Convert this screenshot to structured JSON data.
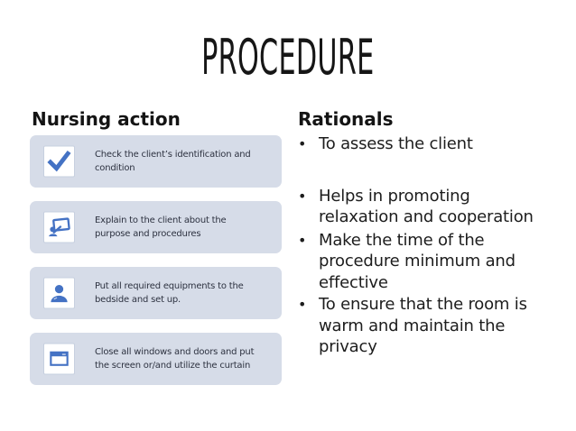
{
  "slide": {
    "title": "PROCEDURE"
  },
  "left_column": {
    "heading": "Nursing action",
    "boxes": [
      {
        "icon": "check-icon",
        "text": "Check the client’s identification and\ncondition"
      },
      {
        "icon": "presentation-icon",
        "text": "Explain to the client about the\npurpose and procedures"
      },
      {
        "icon": "person-icon",
        "text": "Put all required equipments to the\nbedside and set up."
      },
      {
        "icon": "window-icon",
        "text": "Close all windows and doors and put\nthe screen or/and utilize the curtain"
      }
    ]
  },
  "right_column": {
    "heading": "Rationals",
    "bullet_char": "•",
    "bullets": [
      "To assess the client",
      "Helps in promoting\nrelaxation and cooperation",
      "Make the time of the\nprocedure minimum and\neffective",
      "To ensure that the room is\nwarm and maintain the\nprivacy"
    ]
  },
  "colors": {
    "box_background": "#d6dce8",
    "icon_blue": "#4472c4",
    "icon_tile_border": "#c7d0df",
    "text_dark": "#1d1d1d"
  }
}
